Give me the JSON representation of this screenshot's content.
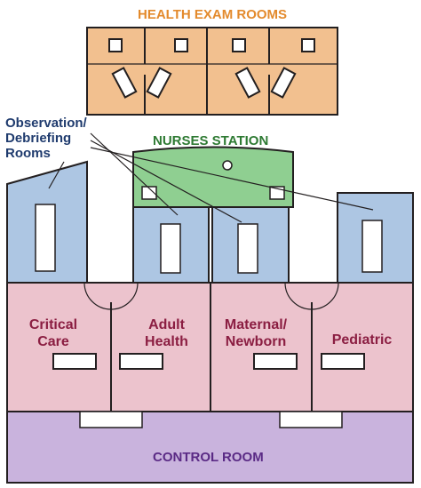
{
  "labels": {
    "health_exam_rooms": "HEALTH EXAM ROOMS",
    "nurses_station": "NURSES STATION",
    "observation_line1": "Observation/",
    "observation_line2": "Debriefing",
    "observation_line3": "Rooms",
    "critical_line1": "Critical",
    "critical_line2": "Care",
    "adult_line1": "Adult",
    "adult_line2": "Health",
    "maternal_line1": "Maternal/",
    "maternal_line2": "Newborn",
    "pediatric": "Pediatric",
    "control_room": "CONTROL ROOM"
  },
  "colors": {
    "exam_rooms": "#f2c08f",
    "nurses_station": "#8fcf91",
    "observation_rooms": "#adc6e3",
    "simulation_rooms": "#ecc3cd",
    "control_room": "#c9b3dd",
    "walls": "#231f20"
  }
}
